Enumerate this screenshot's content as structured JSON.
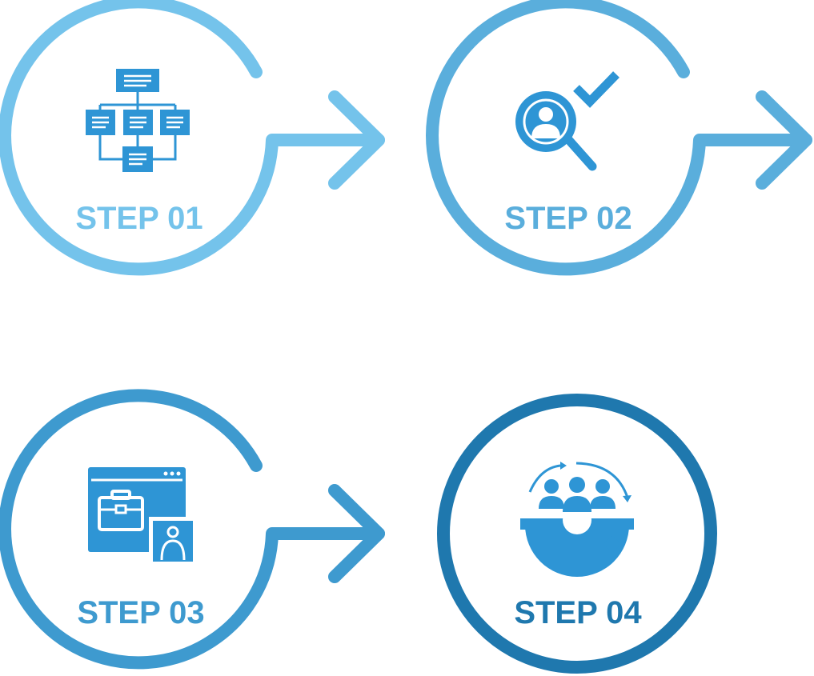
{
  "steps": [
    {
      "label": "STEP 01",
      "icon": "flowchart-icon",
      "color": "#74C3EB",
      "iconColor": "#2E95D5"
    },
    {
      "label": "STEP 02",
      "icon": "magnifier-user-check-icon",
      "color": "#5AAEDC",
      "iconColor": "#2E95D5"
    },
    {
      "label": "STEP 03",
      "icon": "job-portfolio-icon",
      "color": "#3E9ACF",
      "iconColor": "#2E95D5"
    },
    {
      "label": "STEP 04",
      "icon": "team-gear-icon",
      "color": "#1F78AE",
      "iconColor": "#2E95D5"
    }
  ]
}
